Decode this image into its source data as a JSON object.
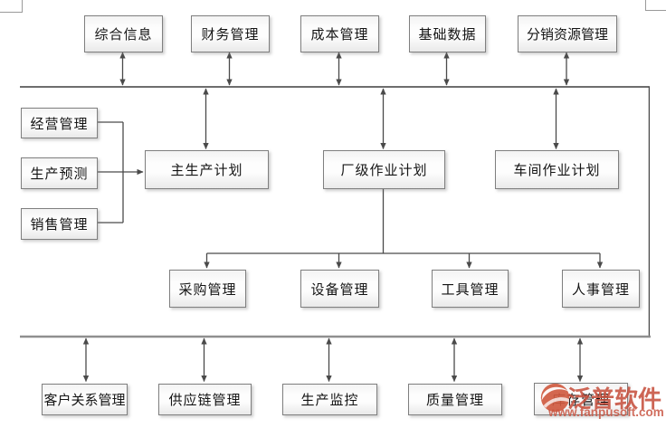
{
  "diagram": {
    "top_row": [
      {
        "label": "综合信息"
      },
      {
        "label": "财务管理"
      },
      {
        "label": "成本管理"
      },
      {
        "label": "基础数据"
      },
      {
        "label": "分销资源管理"
      }
    ],
    "left_column": [
      {
        "label": "经营管理"
      },
      {
        "label": "生产预测"
      },
      {
        "label": "销售管理"
      }
    ],
    "planning_row": [
      {
        "label": "主生产计划"
      },
      {
        "label": "厂级作业计划"
      },
      {
        "label": "车间作业计划"
      }
    ],
    "resource_row": [
      {
        "label": "采购管理"
      },
      {
        "label": "设备管理"
      },
      {
        "label": "工具管理"
      },
      {
        "label": "人事管理"
      }
    ],
    "bottom_row": [
      {
        "label": "客户关系管理"
      },
      {
        "label": "供应链管理"
      },
      {
        "label": "生产监控"
      },
      {
        "label": "质量管理"
      },
      {
        "label": "库存管理"
      }
    ]
  },
  "watermark": {
    "brand": "泛普软件",
    "url": "www.fanpusoft.com",
    "color": "#c6503e"
  },
  "colors": {
    "connector_line": "#4a4a4a",
    "bottom_bus_gray": "#8f8f8f",
    "box_border": "#7f7f7f"
  }
}
